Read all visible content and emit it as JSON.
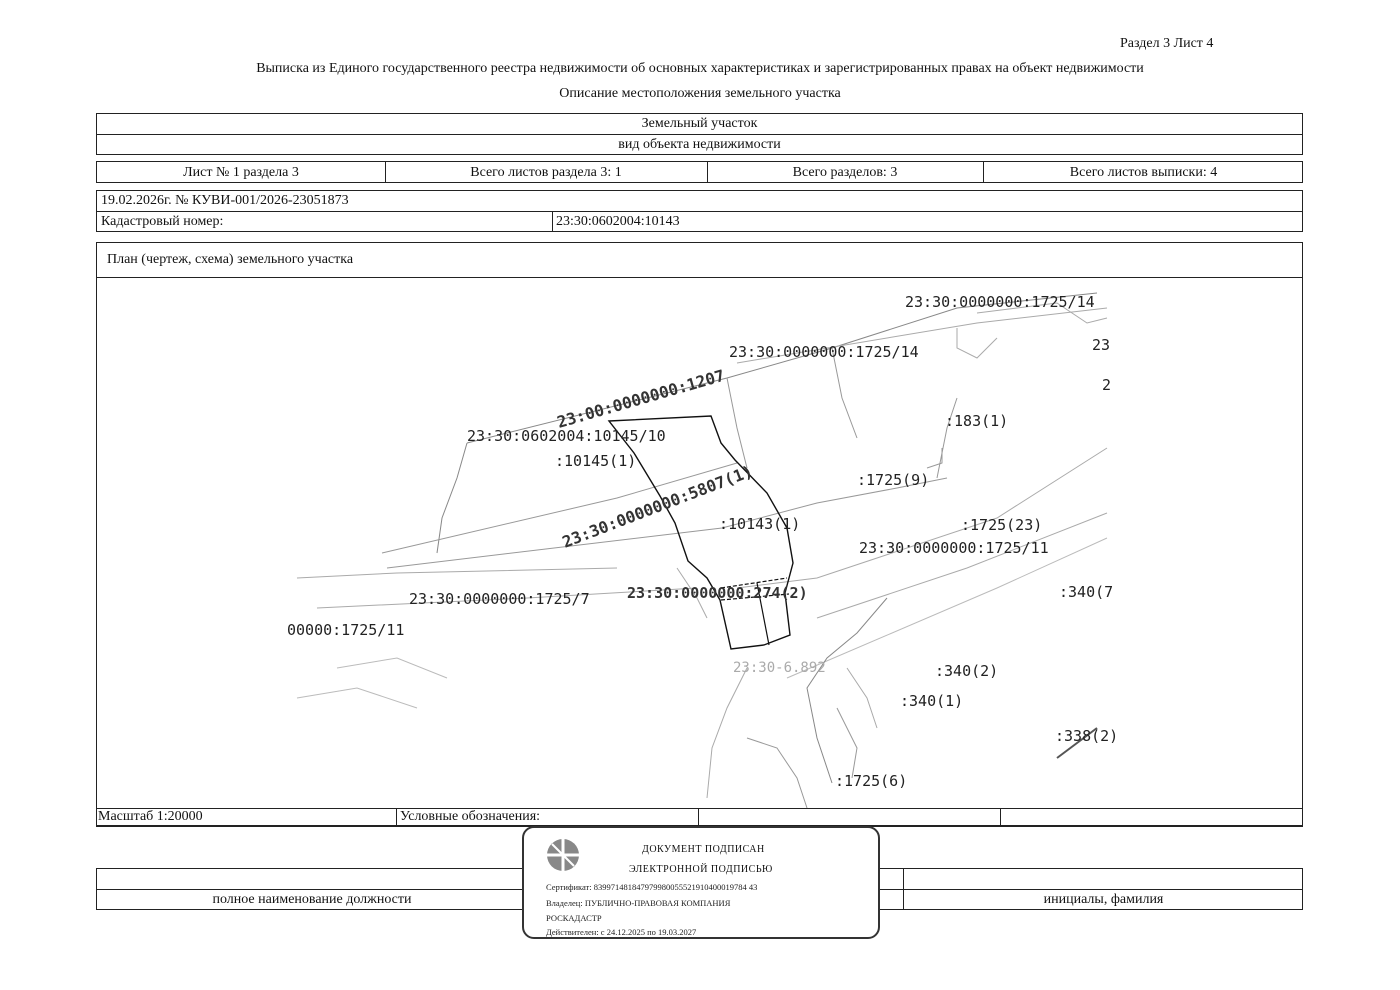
{
  "header": {
    "section_sheet": "Раздел 3    Лист 4",
    "title": "Выписка из Единого государственного реестра недвижимости об основных характеристиках и зарегистрированных правах на объект недвижимости",
    "subtitle": "Описание местоположения земельного участка"
  },
  "object": {
    "name": "Земельный участок",
    "kind_label": "вид объекта недвижимости"
  },
  "sheets": {
    "sheet_no": "Лист № 1 раздела 3",
    "total_section_sheets": "Всего листов раздела 3: 1",
    "total_sections": "Всего разделов: 3",
    "total_extract_sheets": "Всего листов выписки: 4"
  },
  "record": {
    "date_number": "19.02.2026г. № КУВИ-001/2026-23051873",
    "cadastral_label": "Кадастровый номер:",
    "cadastral_value": "23:30:0602004:10143"
  },
  "plan": {
    "title": "План (чертеж, схема) земельного участка",
    "labels": {
      "l1": "23:30:0000000:1725/14",
      "l2": "23:30:0000000:1725/14",
      "l3": "23",
      "l4": "2",
      "l5": "23:00:0000000:1207",
      "l6": "23:30:0602004:10145/10",
      "l7": ":183(1)",
      "l8": ":10145(1)",
      "l9": ":1725(9)",
      "l10": "23:30:0000000:5807(1)",
      "l11": ":10143(1)",
      "l12": ":1725(23)",
      "l13": "23:30:0000000:1725/11",
      "l14": "23:30:0000000:1725/7",
      "l15": "23:30:0000000:274(2)",
      "l16": ":340(7",
      "l17": "00000:1725/11",
      "l18": "23:30-6.892",
      "l19": ":340(2)",
      "l20": ":340(1)",
      "l21": ":338(2)",
      "l22": ":1725(6)"
    }
  },
  "footer": {
    "scale": "Масштаб 1:20000",
    "legend_label": "Условные обозначения:",
    "position_label": "полное наименование должности",
    "signature_label": "инициалы, фамилия"
  },
  "stamp": {
    "line1": "ДОКУМЕНТ ПОДПИСАН",
    "line2": "ЭЛЕКТРОННОЙ ПОДПИСЬЮ",
    "certificate": "Сертификат: 839971481847979980055521910400019784 43",
    "owner": "Владелец: ПУБЛИЧНО-ПРАВОВАЯ КОМПАНИЯ",
    "owner2": "РОСКАДАСТР",
    "valid": "Действителен: с 24.12.2025 по 19.03.2027"
  }
}
